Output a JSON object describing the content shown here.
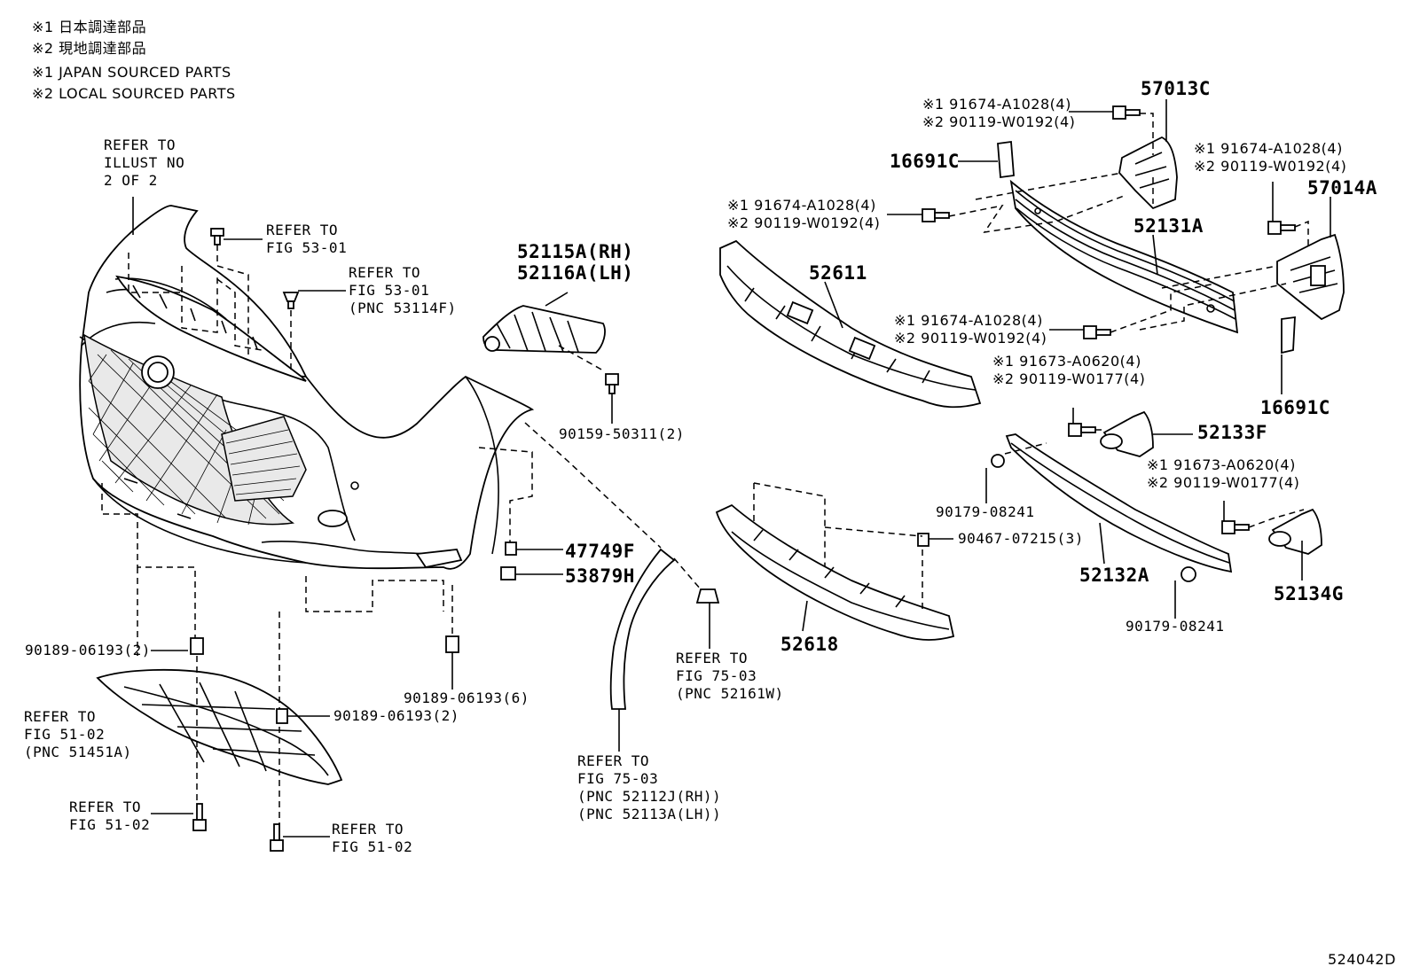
{
  "legend": {
    "jp_line1": "※1 日本調達部品",
    "jp_line2": "※2 現地調達部品",
    "en_line1": "※1 JAPAN SOURCED PARTS",
    "en_line2": "※2 LOCAL SOURCED PARTS"
  },
  "labels": {
    "refer_illust": [
      "REFER TO",
      "ILLUST NO",
      "2 OF 2"
    ],
    "refer_fig53_a": [
      "REFER TO",
      "FIG 53-01"
    ],
    "refer_fig53_b": [
      "REFER TO",
      "FIG 53-01",
      "(PNC 53114F)"
    ],
    "p52115": [
      "52115A(RH)",
      "52116A(LH)"
    ],
    "p90159": "90159-50311(2)",
    "p47749": "47749F",
    "p53879": "53879H",
    "p90189_left": "90189-06193(2)",
    "p90189_mid": "90189-06193(6)",
    "p90189_low": "90189-06193(2)",
    "refer_fig5102_cover": [
      "REFER TO",
      "FIG 51-02",
      "(PNC 51451A)"
    ],
    "refer_fig5102_bolt_a": [
      "REFER TO",
      "FIG 51-02"
    ],
    "refer_fig5102_bolt_b": [
      "REFER TO",
      "FIG 51-02"
    ],
    "refer_fig7503_liner": [
      "REFER TO",
      "FIG 75-03",
      "(PNC 52112J(RH))",
      "(PNC 52113A(LH))"
    ],
    "refer_fig7503_clip": [
      "REFER TO",
      "FIG 75-03",
      "(PNC 52161W)"
    ],
    "p52611": "52611",
    "p52618": "52618",
    "p90467": "90467-07215(3)",
    "p57013": "57013C",
    "p57014": "57014A",
    "p16691_top": "16691C",
    "p16691_right": "16691C",
    "p52131": "52131A",
    "p52132": "52132A",
    "p52133": "52133F",
    "p52134": "52134G",
    "p90179_a": "90179-08241",
    "p90179_b": "90179-08241",
    "bolt_57013": [
      "※1 91674-A1028(4)",
      "※2 90119-W0192(4)"
    ],
    "bolt_57014": [
      "※1 91674-A1028(4)",
      "※2 90119-W0192(4)"
    ],
    "bolt_52131_left": [
      "※1 91674-A1028(4)",
      "※2 90119-W0192(4)"
    ],
    "bolt_52131_mid": [
      "※1 91674-A1028(4)",
      "※2 90119-W0192(4)"
    ],
    "bolt_52133": [
      "※1 91673-A0620(4)",
      "※2 90119-W0177(4)"
    ],
    "bolt_52134": [
      "※1 91673-A0620(4)",
      "※2 90119-W0177(4)"
    ],
    "figure_id": "524042D"
  }
}
